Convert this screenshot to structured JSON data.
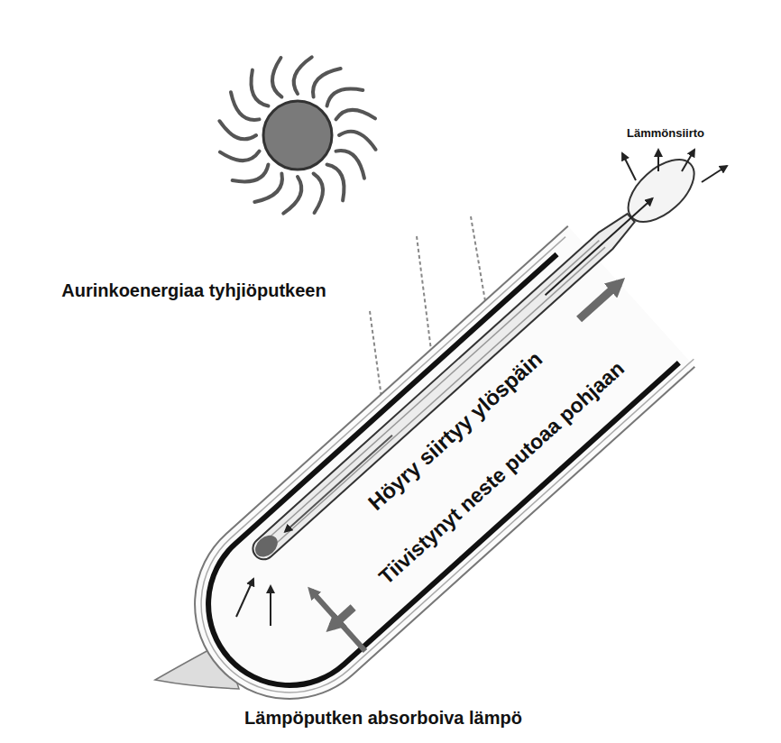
{
  "diagram": {
    "labels": [
      "Aurinkoenergiaa tyhjiöputkeen",
      "Lämmönsiirto",
      "Höyry siirtyy ylöspäin",
      "Tiivistynyt neste putoaa pohjaan",
      "Lämpöputken absorboiva lämpö"
    ]
  }
}
